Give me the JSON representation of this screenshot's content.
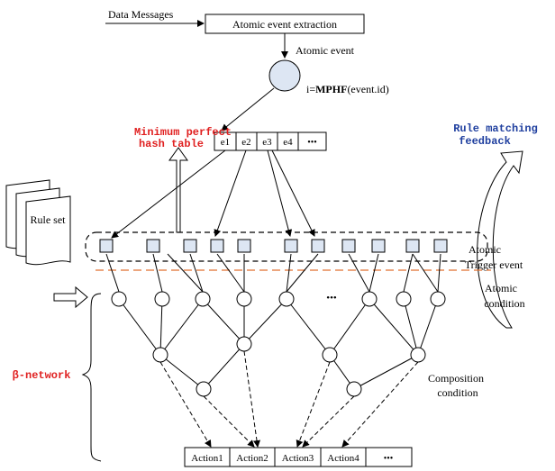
{
  "input": {
    "data_messages": "Data Messages",
    "extraction_box": "Atomic event extraction",
    "atomic_event": "Atomic event",
    "index_formula_prefix": "i=",
    "index_formula_func": "MPHF",
    "index_formula_arg": "(event.id)"
  },
  "hash_table": {
    "label_line1": "Minimum perfect",
    "label_line2": "hash table",
    "label_color": "#e02020",
    "cells": [
      "e1",
      "e2",
      "e3",
      "e4",
      "•••"
    ]
  },
  "feedback": {
    "label_line1": "Rule matching",
    "label_line2": "feedback",
    "label_color": "#1f3f9f"
  },
  "rule_set": {
    "label": "Rule set"
  },
  "layers": {
    "atomic_trigger_line1": "Atomic",
    "atomic_trigger_line2": "Trigger event",
    "atomic_condition_line1": "Atomic",
    "atomic_condition_line2": "condition",
    "composition_line1": "Composition",
    "composition_line2": "condition",
    "ellipsis": "•••",
    "separator_color": "#e07030"
  },
  "beta_network": {
    "label": "β-network",
    "label_color": "#e02020"
  },
  "actions": {
    "cells": [
      "Action1",
      "Action2",
      "Action3",
      "Action4",
      "•••"
    ]
  }
}
